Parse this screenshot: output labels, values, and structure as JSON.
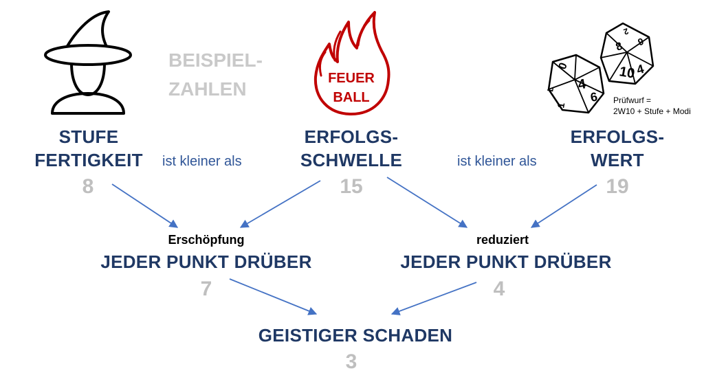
{
  "sample_label": [
    "BEISPIEL-",
    "ZAHLEN"
  ],
  "top_nodes": {
    "left": {
      "title": [
        "STUFE",
        "FERTIGKEIT"
      ],
      "value": "8"
    },
    "center": {
      "title": [
        "ERFOLGS-",
        "SCHWELLE"
      ],
      "value": "15"
    },
    "right": {
      "title": [
        "ERFOLGS-",
        "WERT"
      ],
      "value": "19"
    }
  },
  "relations": {
    "left": "ist kleiner als",
    "right": "ist kleiner als"
  },
  "fireball_text": [
    "FEUER",
    "BALL"
  ],
  "dice": {
    "faces_left": [
      "0",
      "4",
      "6",
      "1",
      "L"
    ],
    "faces_right": [
      "8",
      "10",
      "4",
      "6",
      "2"
    ]
  },
  "check_note": [
    "Prüfwurf =",
    "2W10 + Stufe + Modi"
  ],
  "middle_nodes": {
    "left": {
      "caption": "Erschöpfung",
      "title": "JEDER PUNKT DRÜBER",
      "value": "7"
    },
    "right": {
      "caption": "reduziert",
      "title": "JEDER PUNKT DRÜBER",
      "value": "4"
    }
  },
  "bottom_node": {
    "title": "GEISTIGER SCHADEN",
    "value": "3"
  },
  "colors": {
    "heading": "#1f3864",
    "number": "#bfbfbf",
    "arrow": "#4472c4",
    "fire": "#c00000"
  },
  "icons": [
    "wizard-icon",
    "fireball-icon",
    "dice-icon"
  ]
}
